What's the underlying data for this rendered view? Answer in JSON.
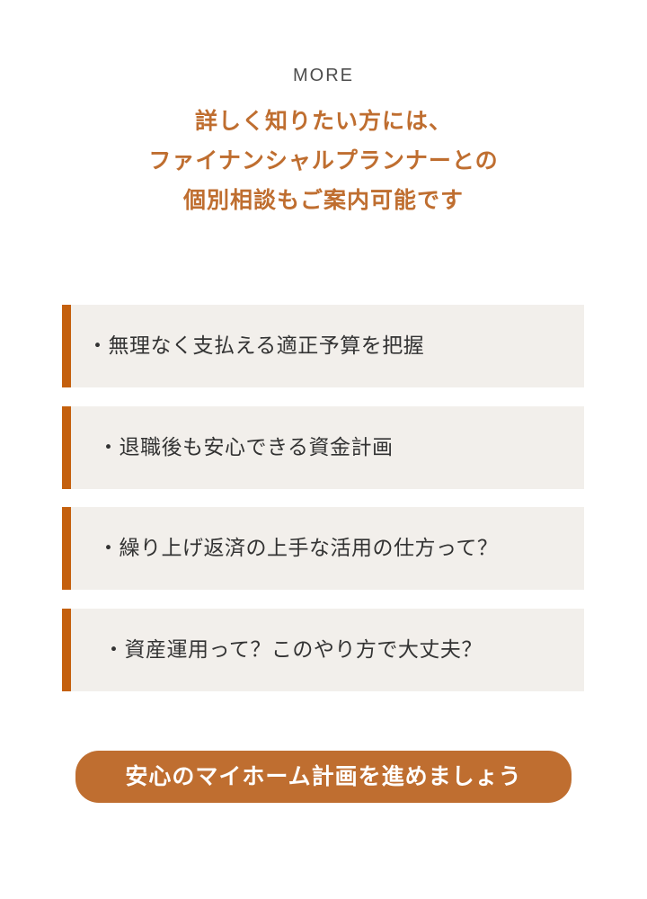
{
  "section": {
    "eyebrow": "MORE",
    "headline_lines": [
      "詳しく知りたい方には、",
      "ファイナンシャルプランナーとの",
      "個別相談もご案内可能です"
    ]
  },
  "items": [
    {
      "label": "・無理なく支払える適正予算を把握"
    },
    {
      "label": "・退職後も安心できる資金計画"
    },
    {
      "label": "・繰り上げ返済の上手な活用の仕方って？"
    },
    {
      "label": "・資産運用って？このやり方で大丈夫？"
    }
  ],
  "cta": {
    "label": "安心のマイホーム計画を進めましょう"
  },
  "colors": {
    "accent": "#bf6e30",
    "bar": "#c4600e",
    "card_bg": "#f2efeb",
    "text": "#333333"
  }
}
